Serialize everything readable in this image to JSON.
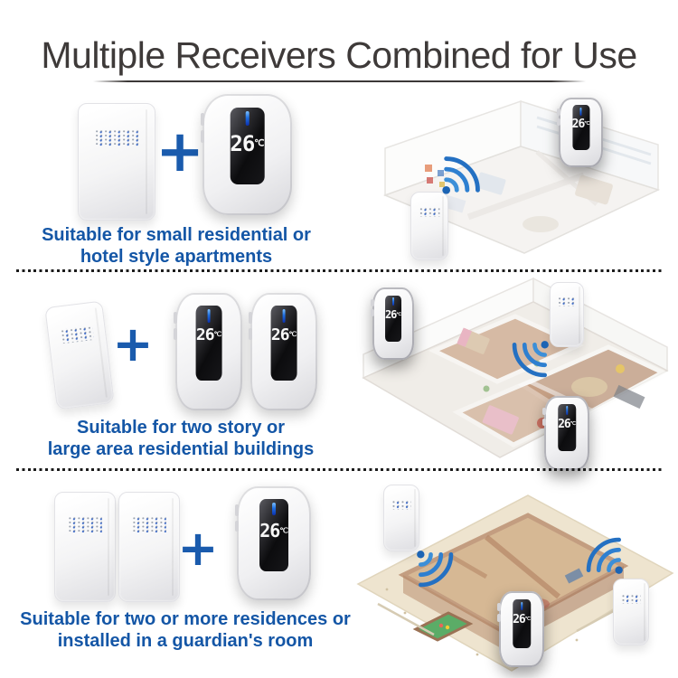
{
  "title": "Multiple Receivers Combined for Use",
  "plus_icon": "+",
  "display": {
    "temp": "26",
    "unit": "℃"
  },
  "colors": {
    "accent_blue": "#1456a6",
    "plus_blue": "#1a5bad",
    "signal_arc_blue": "#2e7fd0",
    "title_gray": "#3e3a39",
    "display_black": "#111113"
  },
  "sections": [
    {
      "name": "small-residential",
      "caption_line1": "Suitable for small residential or",
      "caption_line2": "hotel style apartments"
    },
    {
      "name": "two-story",
      "caption_line1": "Suitable for two story or",
      "caption_line2": "large area residential buildings"
    },
    {
      "name": "multi-residence",
      "caption_line1": "Suitable for two or more residences or",
      "caption_line2": "installed in a guardian's room"
    }
  ]
}
